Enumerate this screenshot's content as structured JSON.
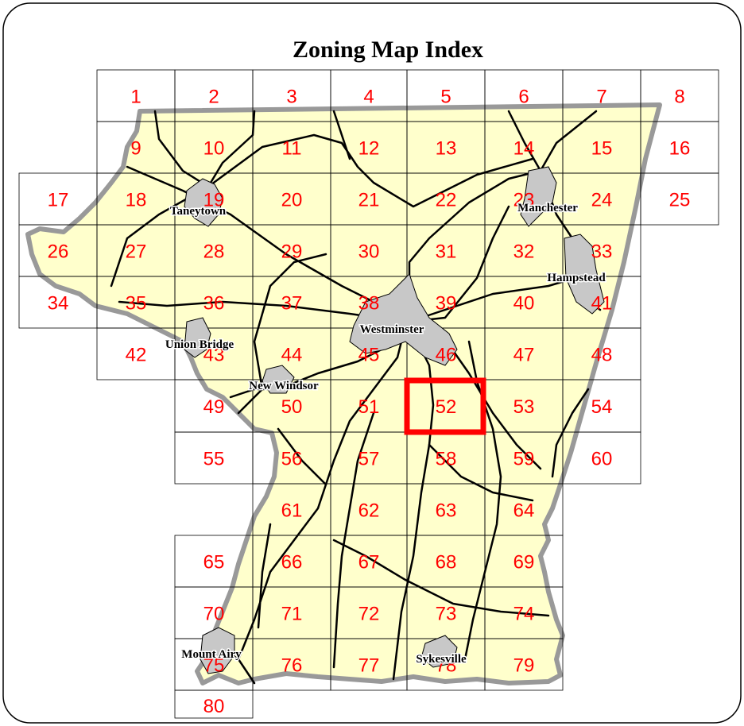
{
  "title": "Zoning Map Index",
  "highlighted_tile": "52",
  "colors": {
    "county_fill": "#ffffcc",
    "county_border": "#999999",
    "tile_number": "#ff0000",
    "highlight": "#ff0000",
    "town_fill": "#c8c8c8",
    "road": "#000000"
  },
  "tiles": [
    "1",
    "2",
    "3",
    "4",
    "5",
    "6",
    "7",
    "8",
    "9",
    "10",
    "11",
    "12",
    "13",
    "14",
    "15",
    "16",
    "17",
    "18",
    "19",
    "20",
    "21",
    "22",
    "23",
    "24",
    "25",
    "26",
    "27",
    "28",
    "29",
    "30",
    "31",
    "32",
    "33",
    "34",
    "35",
    "36",
    "37",
    "38",
    "39",
    "40",
    "41",
    "42",
    "43",
    "44",
    "45",
    "46",
    "47",
    "48",
    "49",
    "50",
    "51",
    "52",
    "53",
    "54",
    "55",
    "56",
    "57",
    "58",
    "59",
    "60",
    "61",
    "62",
    "63",
    "64",
    "65",
    "66",
    "67",
    "68",
    "69",
    "70",
    "71",
    "72",
    "73",
    "74",
    "75",
    "76",
    "77",
    "78",
    "79",
    "80"
  ],
  "towns": [
    "Taneytown",
    "Manchester",
    "Hampstead",
    "Westminster",
    "Union Bridge",
    "New Windsor",
    "Mount Airy",
    "Sykesville"
  ]
}
